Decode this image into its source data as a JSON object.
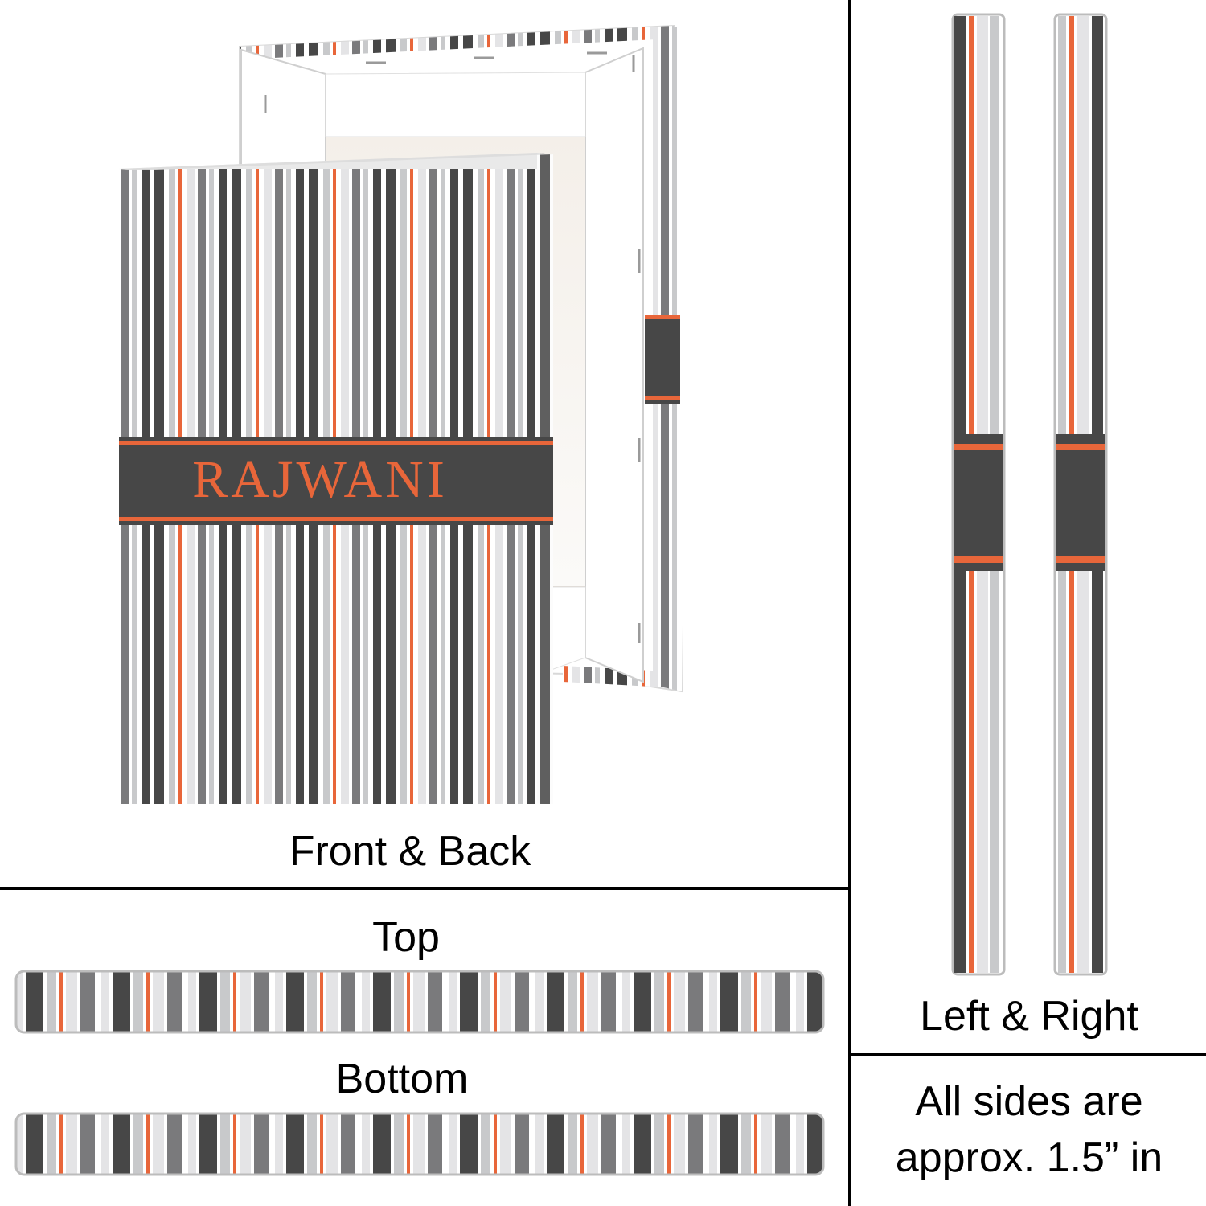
{
  "product": {
    "name_text": "RAJWANI",
    "colors": {
      "charcoal": "#474747",
      "gray": "#7a7a7c",
      "light_gray": "#c8c9cb",
      "pale": "#e4e4e6",
      "white": "#ffffff",
      "orange": "#e8663a"
    }
  },
  "captions": {
    "front_back": "Front & Back",
    "top": "Top",
    "bottom": "Bottom",
    "left_right": "Left & Right",
    "note_line1": "All sides are",
    "note_line2": "approx. 1.5” in"
  }
}
